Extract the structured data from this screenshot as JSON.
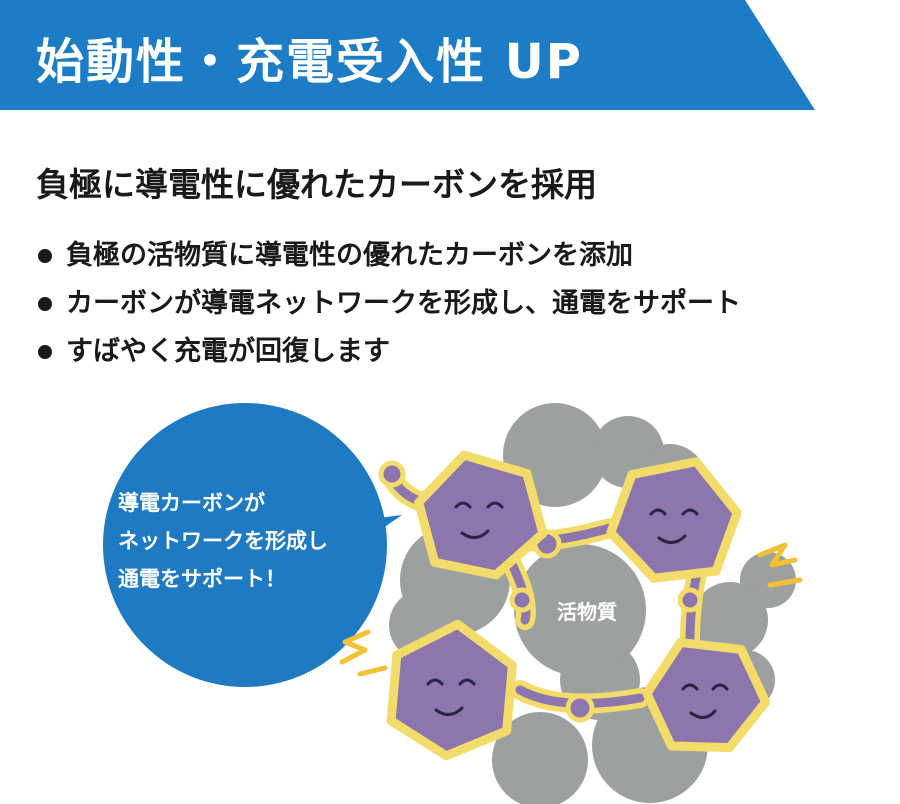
{
  "banner": {
    "title": "始動性・充電受入性 UP"
  },
  "subheading": "負極に導電性に優れたカーボンを採用",
  "bullets": [
    "負極の活物質に導電性の優れたカーボンを添加",
    "カーボンが導電ネットワークを形成し、通電をサポート",
    "すばやく充電が回復します"
  ],
  "diagram": {
    "speech_bubble_lines": [
      "導電カーボンが",
      "ネットワークを形成し",
      "通電をサポート！"
    ],
    "active_material_label": "活物質"
  },
  "colors": {
    "banner_blue": "#1c7cc6",
    "bubble_blue": "#1e7bc3",
    "carbon_purple": "#8c76ad",
    "carbon_outline": "#f4dc6a",
    "particle_gray": "#9ca09f",
    "spark_yellow": "#f2c234"
  },
  "icons": [
    "spark-icon",
    "carbon-face-icon"
  ]
}
